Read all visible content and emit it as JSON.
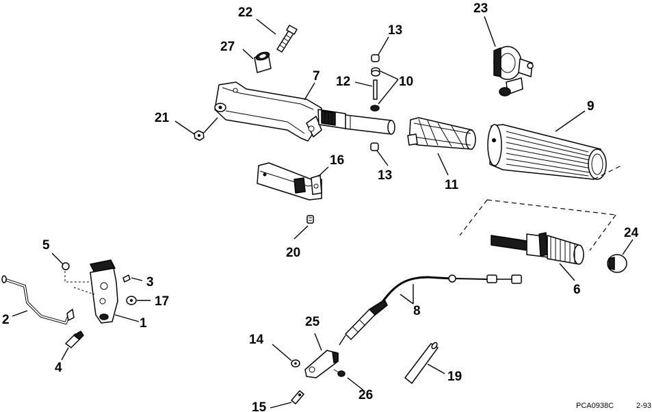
{
  "callouts": [
    "1",
    "2",
    "3",
    "4",
    "5",
    "6",
    "7",
    "8",
    "9",
    "10",
    "11",
    "12",
    "13",
    "13",
    "14",
    "15",
    "16",
    "17",
    "19",
    "20",
    "21",
    "22",
    "23",
    "24",
    "25",
    "26",
    "27"
  ],
  "footer": {
    "code": "PCA0938C",
    "date": "2-93"
  }
}
